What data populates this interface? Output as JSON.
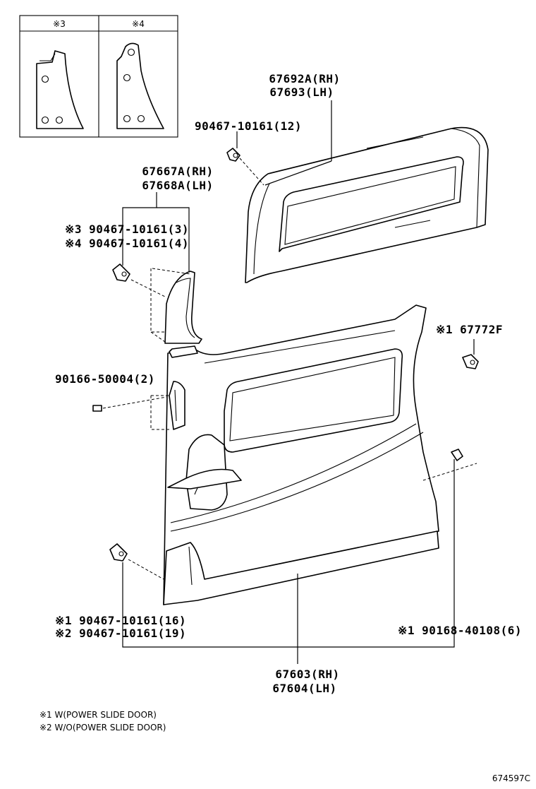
{
  "inset": {
    "col1_label": "※3",
    "col2_label": "※4"
  },
  "callouts": {
    "upper_trim_rh": "67692A(RH)",
    "upper_trim_lh": "67693(LH)",
    "upper_clip": "90467-10161(12)",
    "pillar_trim_rh": "67667A(RH)",
    "pillar_trim_lh": "67668A(LH)",
    "pillar_clip_3": "※3 90467-10161(3)",
    "pillar_clip_4": "※4 90467-10161(4)",
    "grommet_part": "※1 67772F",
    "screw": "90166-50004(2)",
    "lower_clip_1": "※1 90467-10161(16)",
    "lower_clip_2": "※2 90467-10161(19)",
    "nut_clip": "※1 90168-40108(6)",
    "door_trim_rh": "67603(RH)",
    "door_trim_lh": "67604(LH)"
  },
  "notes": {
    "note1": "※1 W(POWER SLIDE DOOR)",
    "note2": "※2 W/O(POWER SLIDE DOOR)"
  },
  "figure_code": "674597C"
}
